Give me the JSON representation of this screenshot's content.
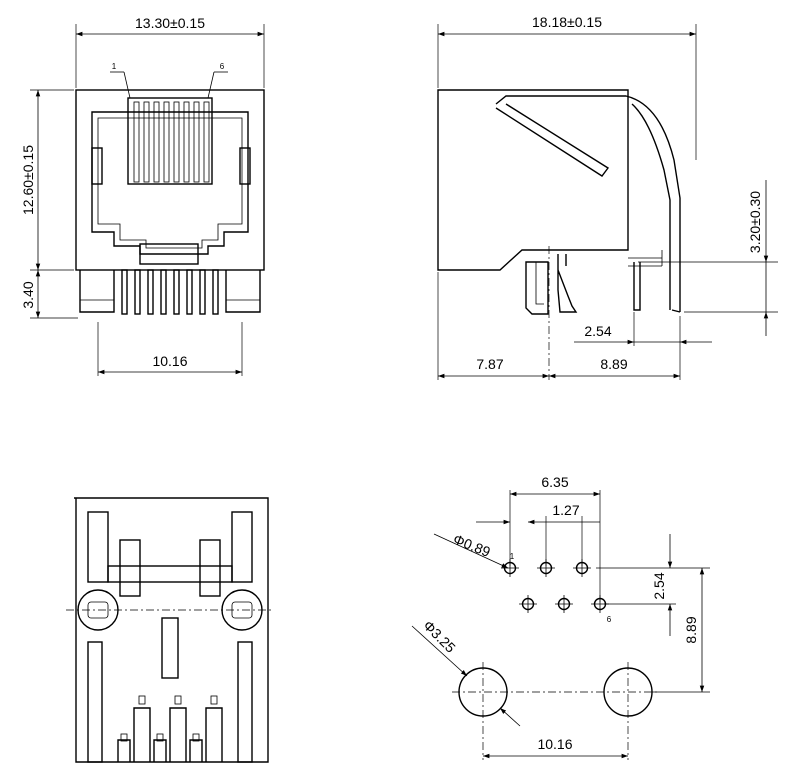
{
  "front_view": {
    "width": "13.30±0.15",
    "height": "12.60±0.15",
    "pin_height": "3.40",
    "pin_span": "10.16",
    "pin_first": "1",
    "pin_last": "6"
  },
  "side_view": {
    "length": "18.18±0.15",
    "pin_offset": "7.87",
    "pin_spacing_total": "8.89",
    "pin_pitch": "2.54",
    "pin_depth": "3.20±0.30"
  },
  "footprint": {
    "row_span": "6.35",
    "pitch": "1.27",
    "pin_hole_dia": "Φ0.89",
    "row_spacing": "2.54",
    "peg_offset": "8.89",
    "peg_hole_dia": "Φ3.25",
    "peg_span": "10.16",
    "pin_first": "1",
    "pin_last": "6"
  }
}
